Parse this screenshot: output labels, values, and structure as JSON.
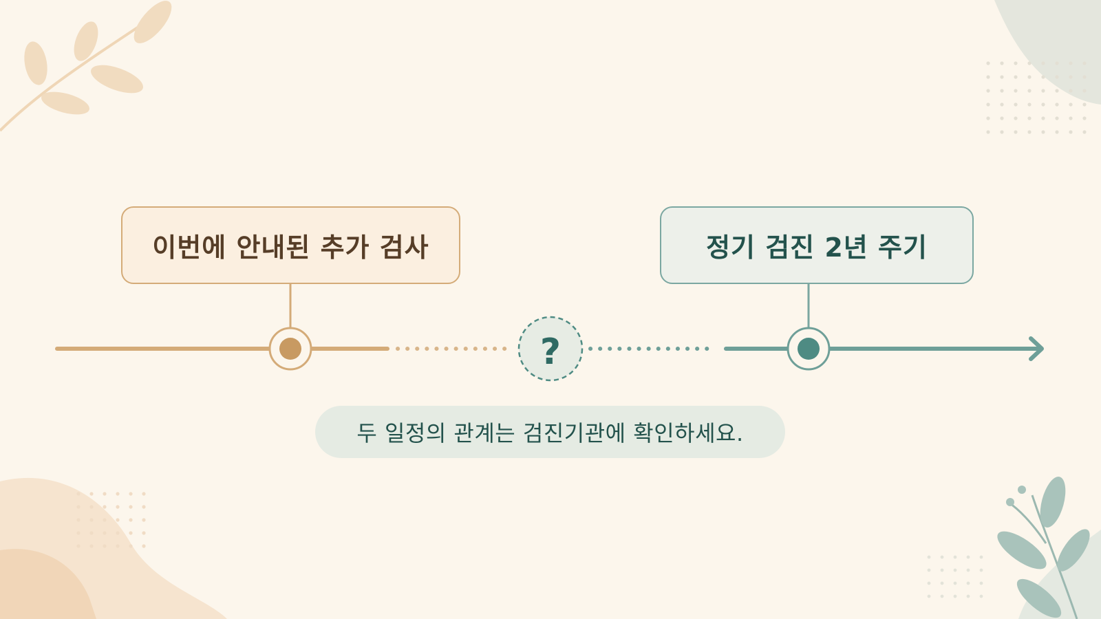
{
  "diagram": {
    "left_label": "이번에 안내된 추가 검사",
    "right_label": "정기 검진 2년 주기",
    "unknown_symbol": "?",
    "note": "두 일정의 관계는 검진기관에 확인하세요."
  },
  "colors": {
    "background": "#fcf6ec",
    "tan_accent": "#d4ab78",
    "tan_dot": "#c89a62",
    "teal_accent": "#6e9f98",
    "teal_dot": "#4e8b83",
    "dark_brown_text": "#563d27",
    "dark_teal_text": "#23524c"
  }
}
